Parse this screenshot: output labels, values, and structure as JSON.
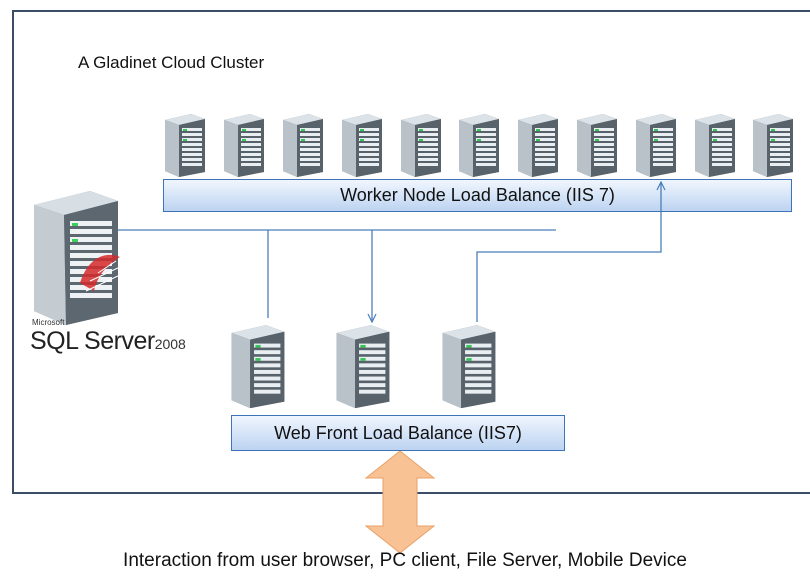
{
  "title": "A Gladinet Cloud Cluster",
  "worker_balancer": {
    "label": "Worker Node Load Balance (IIS 7)"
  },
  "web_balancer": {
    "label": "Web Front Load Balance (IIS7)"
  },
  "sql_server": {
    "vendor": "Microsoft",
    "product": "SQL Server",
    "version": "2008"
  },
  "footer": {
    "label": "Interaction from user browser, PC client, File Server, Mobile Device"
  },
  "worker_node_count": 11,
  "web_front_count": 3,
  "colors": {
    "frame": "#3b4e68",
    "balancer_border": "#3d73b7",
    "connector": "#4a7ebb",
    "arrow": "#f7b27a"
  }
}
